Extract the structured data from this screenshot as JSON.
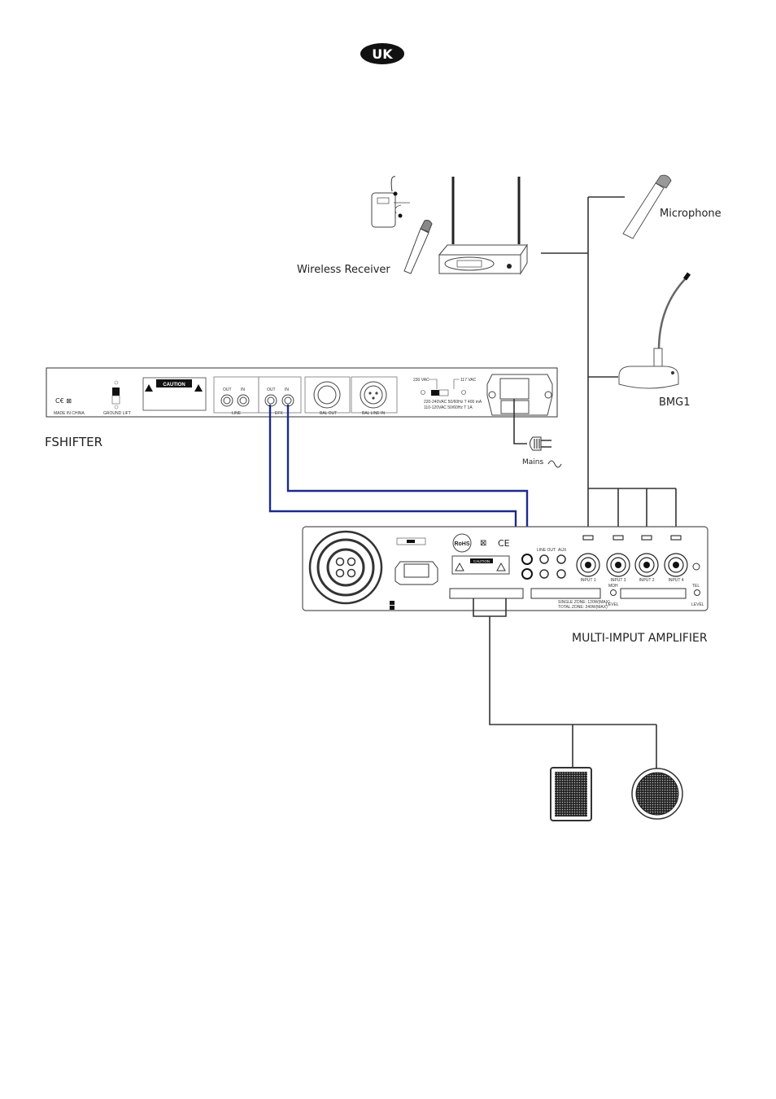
{
  "badge": {
    "label": "UK"
  },
  "devices": {
    "wireless_receiver": "Wireless Receiver",
    "microphone": "Microphone",
    "gooseneck": "BMG1",
    "effects": "FSHIFTER",
    "mains": "Mains",
    "amplifier": "MULTI-IMPUT AMPLIFIER"
  },
  "fshifter_panel": {
    "made_in": "MADE IN CHINA",
    "ground_lift": "GROUND LIFT",
    "caution": "CAUTION",
    "out": "OUT",
    "in": "IN",
    "line": "LINE",
    "efx": "EFX",
    "bal_out": "BAL OUT",
    "bal_line_in": "BAL LINE IN",
    "v230": "230 VAC",
    "v117": "117 VAC",
    "spec1": "220-240VAC 50/60Hz T 400 mA",
    "spec2": "110-120VAC 50/60Hz T 1A"
  },
  "amp_panel": {
    "caution": "CAUTION",
    "rohs": "RoHS",
    "ce": "CE",
    "line_out": "LINE OUT",
    "aux": "AUX",
    "inputs": [
      "INPUT 1",
      "INPUT 2",
      "INPUT 3",
      "INPUT 4"
    ],
    "level": "LEVEL",
    "tel": "TEL",
    "moh": "MOH",
    "single_zone": "SINGLE ZONE: 120W(MAX)",
    "total_zone": "TOTAL ZONE: 240W(MAX)"
  },
  "colors": {
    "cable": "#1c2a8a",
    "line": "#333333"
  }
}
